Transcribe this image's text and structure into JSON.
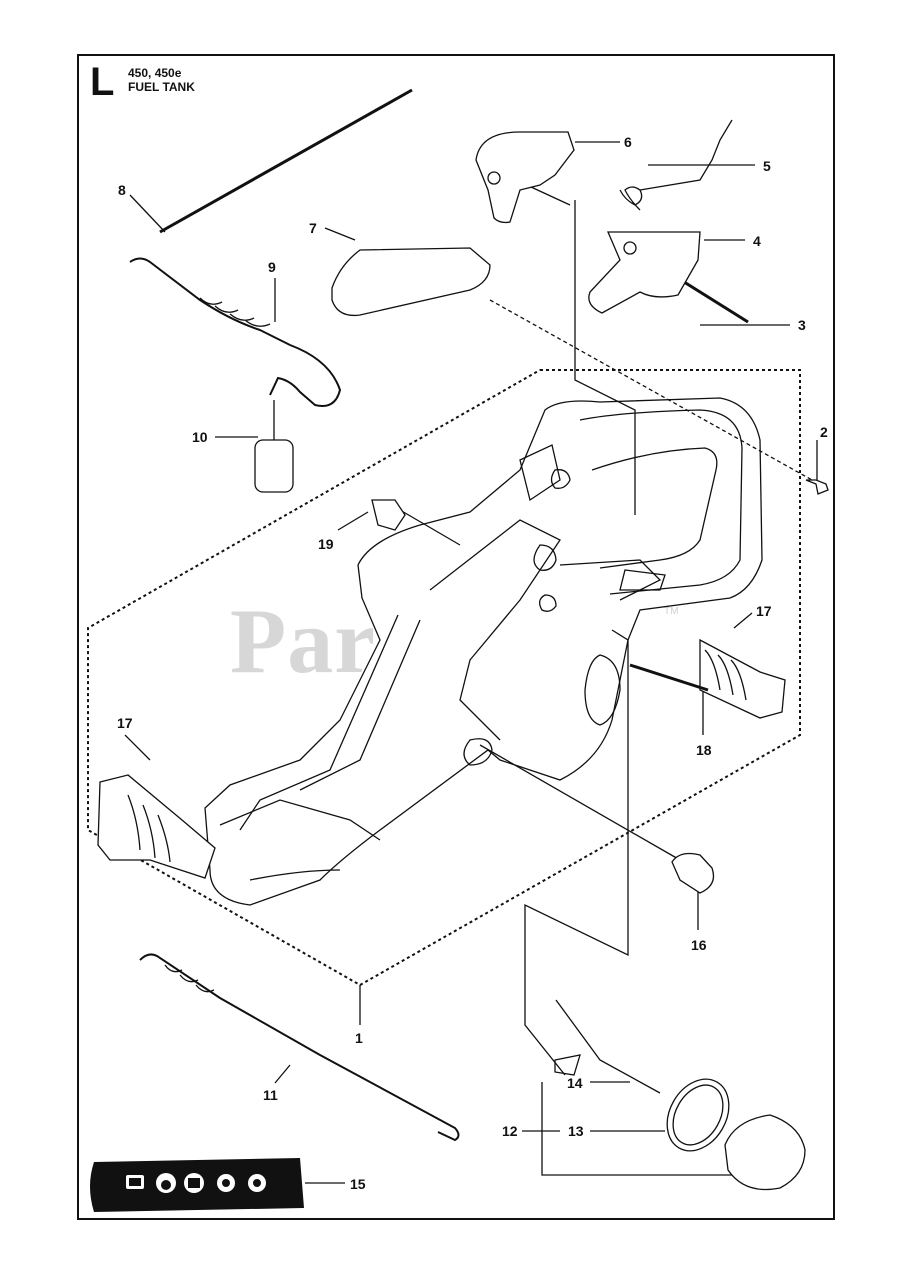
{
  "header": {
    "section_letter": "L",
    "models": "450, 450e",
    "title": "FUEL TANK"
  },
  "watermark": {
    "text": "PartsTree",
    "trademark": "TM"
  },
  "callouts": [
    "1",
    "2",
    "3",
    "4",
    "5",
    "6",
    "7",
    "8",
    "9",
    "10",
    "11",
    "12",
    "13",
    "14",
    "15",
    "16",
    "17",
    "17",
    "18",
    "19"
  ],
  "colors": {
    "line": "#111111",
    "watermark": "#d7d7d7",
    "decal_bg": "#111111"
  }
}
